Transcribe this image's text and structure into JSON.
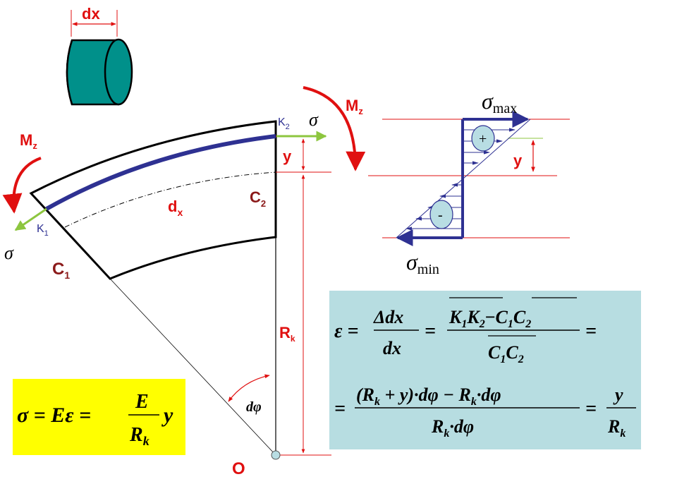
{
  "colors": {
    "beam_fiber": "#2e3192",
    "moment": "#e01010",
    "stress_arrow": "#8dc63f",
    "cylinder": "#00908a",
    "dim_line": "#e01010",
    "stress_fill": "#b8dde3",
    "formula_yellow": "#ffff00",
    "formula_blue": "#b7dde1",
    "label_dark_red": "#8b1a1a",
    "label_blue": "#2e3192"
  },
  "element": {
    "width_label": "dx",
    "fiber_start": "K",
    "fiber_start_sub": "1",
    "fiber_end": "K",
    "fiber_end_sub": "2",
    "neutral_start": "C",
    "neutral_start_sub": "1",
    "neutral_end": "C",
    "neutral_end_sub": "2",
    "arc_length": "d",
    "arc_length_sub": "x",
    "moment_left": "M",
    "moment_left_sub": "z",
    "moment_right": "M",
    "moment_right_sub": "z",
    "stress_left": "σ",
    "stress_right": "σ",
    "y_label": "y",
    "radius": "R",
    "radius_sub": "k",
    "angle": "dφ",
    "center": "O"
  },
  "stress_diagram": {
    "max_sym": "σ",
    "max_sub": "max",
    "min_sym": "σ",
    "min_sub": "min",
    "tension_sign": "+",
    "compression_sign": "-",
    "y_label": "y"
  },
  "formula_hooke": {
    "lhs": "σ = Eε =",
    "num": "E",
    "den": "R",
    "den_sub": "k",
    "tail": "y"
  },
  "formula_strain": {
    "eps": "ε =",
    "frac1_num": "Δdx",
    "frac1_den": "dx",
    "eq": "=",
    "frac2_num_a": "K",
    "frac2_num_a1": "1",
    "frac2_num_a2": "K",
    "frac2_num_a3": "2",
    "minus": "−",
    "frac2_num_b": "C",
    "frac2_num_b1": "1",
    "frac2_num_b2": "C",
    "frac2_num_b3": "2",
    "frac2_den": "C",
    "frac2_den1": "1",
    "frac2_den2": "C",
    "frac2_den3": "2",
    "tail_eq": "=",
    "lead_eq": "=",
    "frac3_num": "(R",
    "frac3_num_sub": "k",
    "frac3_num_mid": " + y)·dφ − R",
    "frac3_num_sub2": "k",
    "frac3_num_end": "·dφ",
    "frac3_den": "R",
    "frac3_den_sub": "k",
    "frac3_den_end": "·dφ",
    "eq2": "=",
    "frac4_num": "y",
    "frac4_den": "R",
    "frac4_den_sub": "k"
  }
}
